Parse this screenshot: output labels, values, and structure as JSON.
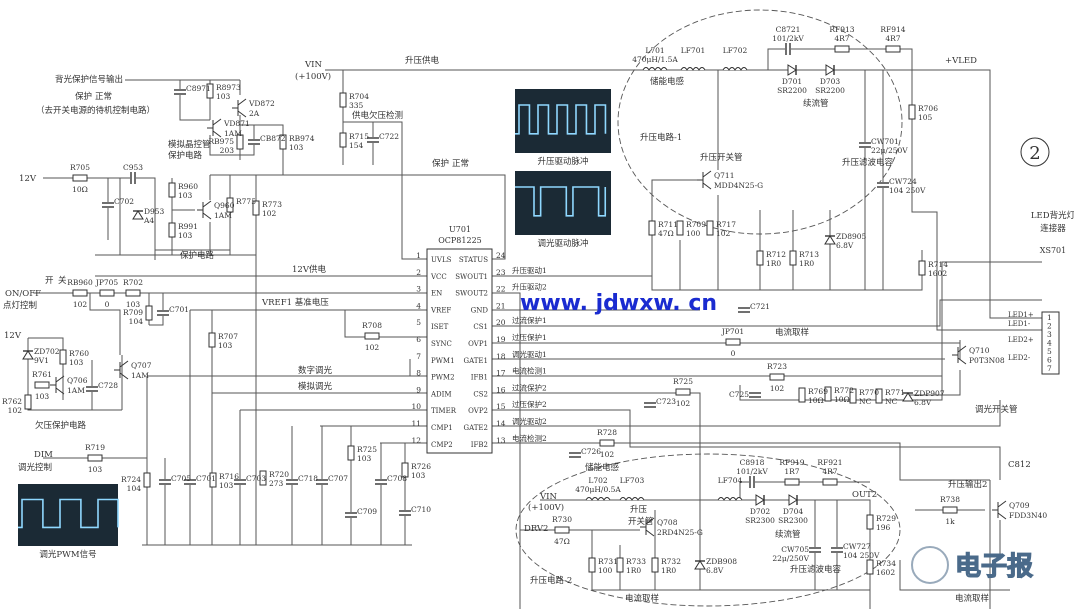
{
  "page_number": "2",
  "watermark": "www. jdwxw. cn",
  "logo_text": "电子报",
  "colors": {
    "watermark": "#1a2bd0",
    "scope_bg": "#1b2a35",
    "scope_trace": "#8fd8ff",
    "line": "#555555"
  },
  "scopes": [
    {
      "caption": "升压驱动脉冲"
    },
    {
      "caption": "调光驱动脉冲"
    },
    {
      "caption": "调光PWM信号"
    }
  ],
  "ic": {
    "ref": "U701",
    "part": "OCP81225",
    "left_pins": [
      {
        "num": "1",
        "name": "UVLS"
      },
      {
        "num": "2",
        "name": "VCC"
      },
      {
        "num": "3",
        "name": "EN"
      },
      {
        "num": "4",
        "name": "VREF"
      },
      {
        "num": "5",
        "name": "ISET"
      },
      {
        "num": "6",
        "name": "SYNC"
      },
      {
        "num": "7",
        "name": "PWM1"
      },
      {
        "num": "8",
        "name": "PWM2"
      },
      {
        "num": "9",
        "name": "ADIM"
      },
      {
        "num": "10",
        "name": "TIMER"
      },
      {
        "num": "11",
        "name": "CMP1"
      },
      {
        "num": "12",
        "name": "CMP2"
      }
    ],
    "right_pins": [
      {
        "num": "24",
        "name": "STATUS"
      },
      {
        "num": "23",
        "name": "SWOUT1"
      },
      {
        "num": "22",
        "name": "SWOUT2"
      },
      {
        "num": "21",
        "name": "GND"
      },
      {
        "num": "20",
        "name": "CS1"
      },
      {
        "num": "19",
        "name": "OVP1"
      },
      {
        "num": "18",
        "name": "GATE1"
      },
      {
        "num": "17",
        "name": "IFB1"
      },
      {
        "num": "16",
        "name": "CS2"
      },
      {
        "num": "15",
        "name": "OVP2"
      },
      {
        "num": "14",
        "name": "GATE2"
      },
      {
        "num": "13",
        "name": "IFB2"
      }
    ]
  },
  "pin_signals": [
    "升压驱动1",
    "升压驱动2",
    "过流保护1",
    "过压保护1",
    "调光驱动1",
    "电流检测1",
    "过流保护2",
    "过压保护2",
    "调光驱动2",
    "电流检测2"
  ],
  "text_labels": [
    "背光保护信号输出",
    "保护",
    "正常",
    "（去开关电源的待机控制电路）",
    "模拟晶控管",
    "保护电路",
    "保护电路",
    "12V",
    "ON/OFF",
    "点灯控制",
    "开",
    "关",
    "12V供电",
    "VREF1 基准电压",
    "12V",
    "欠压保护电路",
    "DIM",
    "调光控制",
    "数字调光",
    "模拟调光",
    "升压供电",
    "VIN",
    "(+100V)",
    "供电欠压检测",
    "保护",
    "正常",
    "升压电路-1",
    "储能电感",
    "续流管",
    "升压开关管",
    "升压滤波电容",
    "+VLED",
    "电流取样",
    "LED背光灯",
    "连接器",
    "调光开关管",
    "储能电感",
    "升压",
    "开关管",
    "续流管",
    "升压滤波电容",
    "升压电路-2",
    "电流取样",
    "电流取样",
    "升压输出2",
    "OUT2",
    "DRV2",
    "VIN",
    "(+100V)",
    "C812"
  ],
  "connector": {
    "ref": "XS701",
    "pins": [
      "1",
      "2",
      "3",
      "4",
      "5",
      "6",
      "7"
    ],
    "nets": [
      "LED1+",
      "LED1-",
      "LED2+",
      "LED2-"
    ]
  },
  "components": [
    {
      "ref": "R705",
      "value": "10Ω"
    },
    {
      "ref": "C953",
      "value": ""
    },
    {
      "ref": "C702",
      "value": ""
    },
    {
      "ref": "R960",
      "value": "103"
    },
    {
      "ref": "R991",
      "value": "103"
    },
    {
      "ref": "D953",
      "value": "A4"
    },
    {
      "ref": "Q960",
      "value": "1AM"
    },
    {
      "ref": "R775",
      "value": ""
    },
    {
      "ref": "R773",
      "value": "102"
    },
    {
      "ref": "C8971",
      "value": ""
    },
    {
      "ref": "R8973",
      "value": "103"
    },
    {
      "ref": "VD872",
      "value": "2A"
    },
    {
      "ref": "VD871",
      "value": "1AM"
    },
    {
      "ref": "RB975",
      "value": "203"
    },
    {
      "ref": "CB872",
      "value": ""
    },
    {
      "ref": "RB974",
      "value": "103"
    },
    {
      "ref": "RB960",
      "value": "102"
    },
    {
      "ref": "JP705",
      "value": "0"
    },
    {
      "ref": "R702",
      "value": "103"
    },
    {
      "ref": "R709",
      "value": "104"
    },
    {
      "ref": "C701",
      "value": ""
    },
    {
      "ref": "ZD702",
      "value": "9V1"
    },
    {
      "ref": "R760",
      "value": "103"
    },
    {
      "ref": "R761",
      "value": "103"
    },
    {
      "ref": "R762",
      "value": "102"
    },
    {
      "ref": "Q706",
      "value": "1AM"
    },
    {
      "ref": "C728",
      "value": ""
    },
    {
      "ref": "Q707",
      "value": "1AM"
    },
    {
      "ref": "R719",
      "value": "103"
    },
    {
      "ref": "R707",
      "value": "103"
    },
    {
      "ref": "R708",
      "value": "102"
    },
    {
      "ref": "R724",
      "value": "104"
    },
    {
      "ref": "C705",
      "value": ""
    },
    {
      "ref": "C701",
      "value": ""
    },
    {
      "ref": "R716",
      "value": "103"
    },
    {
      "ref": "C703",
      "value": ""
    },
    {
      "ref": "R720",
      "value": "273"
    },
    {
      "ref": "C718",
      "value": ""
    },
    {
      "ref": "C707",
      "value": ""
    },
    {
      "ref": "R725",
      "value": "103"
    },
    {
      "ref": "C709",
      "value": ""
    },
    {
      "ref": "C708",
      "value": ""
    },
    {
      "ref": "R726",
      "value": "103"
    },
    {
      "ref": "C710",
      "value": ""
    },
    {
      "ref": "R704",
      "value": "335"
    },
    {
      "ref": "R715",
      "value": "154"
    },
    {
      "ref": "C722",
      "value": ""
    },
    {
      "ref": "L701",
      "value": "470μH/1.5A"
    },
    {
      "ref": "LF701",
      "value": ""
    },
    {
      "ref": "LF702",
      "value": ""
    },
    {
      "ref": "C8721",
      "value": "101/2kV"
    },
    {
      "ref": "RF913",
      "value": "4R7"
    },
    {
      "ref": "RF914",
      "value": "4R7"
    },
    {
      "ref": "D701",
      "value": "SR2200"
    },
    {
      "ref": "D703",
      "value": "SR2200"
    },
    {
      "ref": "R706",
      "value": "105"
    },
    {
      "ref": "CW701",
      "value": "22μ/250V"
    },
    {
      "ref": "CW724",
      "value": "104 250V"
    },
    {
      "ref": "Q711",
      "value": "MDD4N25-G"
    },
    {
      "ref": "R711",
      "value": "47Ω"
    },
    {
      "ref": "R709",
      "value": "100"
    },
    {
      "ref": "R717",
      "value": "102"
    },
    {
      "ref": "R712",
      "value": "1R0"
    },
    {
      "ref": "R713",
      "value": "1R0"
    },
    {
      "ref": "ZD8905",
      "value": "6.8V"
    },
    {
      "ref": "R714",
      "value": "1602"
    },
    {
      "ref": "C721",
      "value": ""
    },
    {
      "ref": "JP701",
      "value": "0"
    },
    {
      "ref": "Q710",
      "value": "P0T3N08"
    },
    {
      "ref": "R723",
      "value": "102"
    },
    {
      "ref": "C725",
      "value": ""
    },
    {
      "ref": "R769",
      "value": "10Ω"
    },
    {
      "ref": "R772",
      "value": "10Ω"
    },
    {
      "ref": "R770",
      "value": "NC"
    },
    {
      "ref": "R771",
      "value": "NC"
    },
    {
      "ref": "ZDP907",
      "value": "6.8V"
    },
    {
      "ref": "C723",
      "value": ""
    },
    {
      "ref": "R725",
      "value": "102"
    },
    {
      "ref": "C726",
      "value": ""
    },
    {
      "ref": "R728",
      "value": "102"
    },
    {
      "ref": "L702",
      "value": "470μH/0.5A"
    },
    {
      "ref": "LF703",
      "value": ""
    },
    {
      "ref": "LF704",
      "value": ""
    },
    {
      "ref": "C8918",
      "value": "101/2kV"
    },
    {
      "ref": "RF919",
      "value": "1R7"
    },
    {
      "ref": "RF921",
      "value": "4R7"
    },
    {
      "ref": "D702",
      "value": "SR2300"
    },
    {
      "ref": "D704",
      "value": "SR2300"
    },
    {
      "ref": "Q708",
      "value": "2RD4N25-G"
    },
    {
      "ref": "R730",
      "value": "47Ω"
    },
    {
      "ref": "R731",
      "value": "100"
    },
    {
      "ref": "R733",
      "value": "1R0"
    },
    {
      "ref": "R732",
      "value": "1R0"
    },
    {
      "ref": "ZDB908",
      "value": "6.8V"
    },
    {
      "ref": "CW705",
      "value": "22μ/250V"
    },
    {
      "ref": "CW727",
      "value": "104 250V"
    },
    {
      "ref": "R729",
      "value": "196"
    },
    {
      "ref": "R734",
      "value": "1602"
    },
    {
      "ref": "R738",
      "value": "1k"
    },
    {
      "ref": "Q709",
      "value": "FDD3N40"
    }
  ]
}
